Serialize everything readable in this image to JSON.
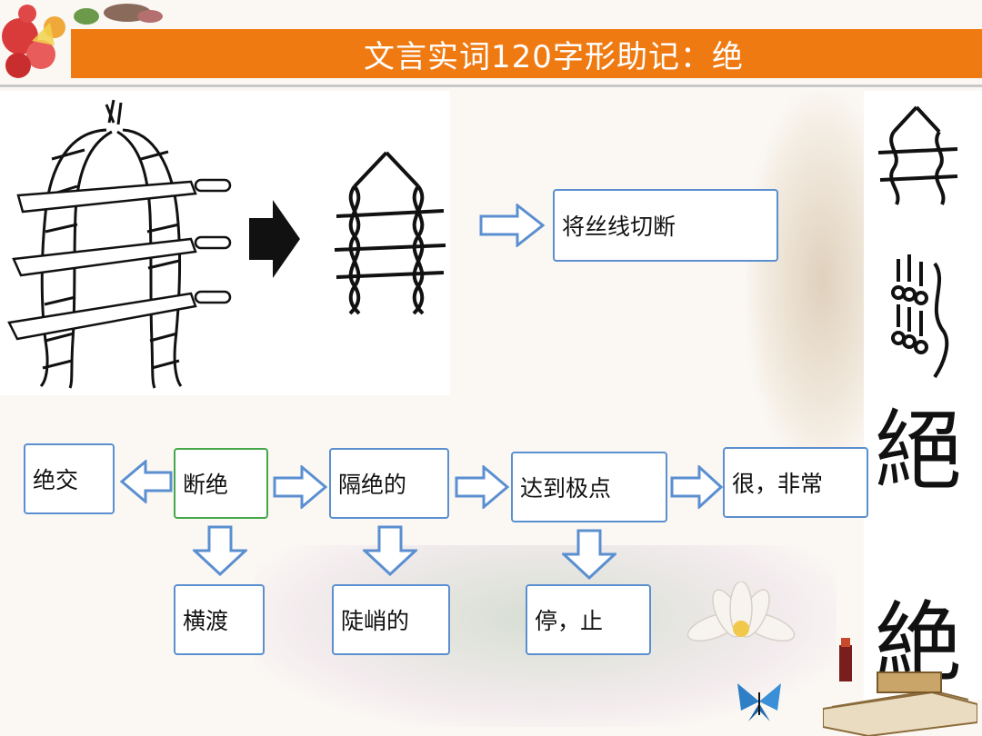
{
  "title": "文言实词120字形助记：绝",
  "top_box": "将丝线切断",
  "boxes": {
    "jiaojiao": "绝交",
    "duanjue": "断绝",
    "gejue": "隔绝的",
    "dadao": "达到极点",
    "hen": "很，非常",
    "hengdu": "横渡",
    "doujiao": "陡峭的",
    "ting": "停，止"
  },
  "glyphs": {
    "small_seal": "絕",
    "regular": "絶"
  },
  "colors": {
    "title_bg": "#f07a12",
    "box_border": "#5b8fd0",
    "box_highlight": "#45a74a",
    "arrow_fill": "#ffffff",
    "arrow_stroke": "#5b8fd0"
  }
}
